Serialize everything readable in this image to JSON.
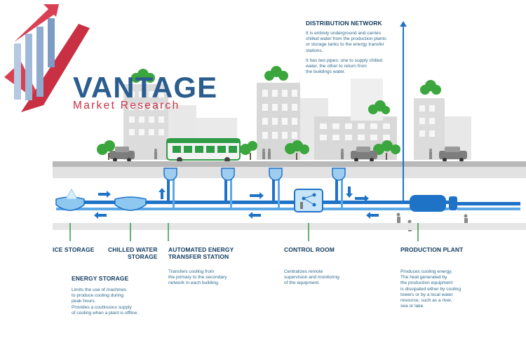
{
  "brand": {
    "name": "VANTAGE",
    "tagline": "Market Research"
  },
  "colors": {
    "pipe": "#1f73c7",
    "pipe_light": "#5fa8e8",
    "label_dark": "#0f3a5c",
    "label_text": "#2e6a8c",
    "road": "#b9b9b9",
    "building": "#dedede",
    "tree": "#3aa63d",
    "bus": "#2e9b45",
    "logo_red": "#c93043",
    "logo_blue": "#2b5d8f"
  },
  "distribution_network": {
    "title": "DISTRIBUTION NETWORK",
    "line1": "It is entirely underground and carries",
    "line2": "chilled water from the production plants",
    "line3": "or storage tanks to the energy transfer",
    "line4": "stations.",
    "line5": "It has two pipes: one to supply chilled",
    "line6": "water, the other to return from",
    "line7": "the buildings water."
  },
  "labels": {
    "ice_storage": "ICE STORAGE",
    "chilled_water_1": "CHILLED WATER",
    "chilled_water_2": "STORAGE",
    "aets_1": "AUTOMATED ENERGY",
    "aets_2": "TRANSFER STATION",
    "control_room": "CONTROL ROOM",
    "production_plant": "PRODUCTION PLANT"
  },
  "energy_storage": {
    "title": "ENERGY STORAGE",
    "line1": "Limits the use of machines",
    "line2": "to produce cooling during",
    "line3": "peak hours.",
    "line4": "Provides a coutinuous supply",
    "line5": "of cooling when a plant is offline."
  },
  "aets_desc": {
    "line1": "Transfers cooling from",
    "line2": "the primary to the secondary",
    "line3": "network in each building."
  },
  "control_desc": {
    "line1": "Centralizes remote",
    "line2": "supervision and monitoring",
    "line3": "of the equipment."
  },
  "plant_desc": {
    "line1": "Produces cooling energy.",
    "line2": "The heat generated by",
    "line3": "the production equipment",
    "line4": "is dissipated either by cooling",
    "line5": "towers or by a local water",
    "line6": "resource, such as a river,",
    "line7": "sea or lake."
  }
}
